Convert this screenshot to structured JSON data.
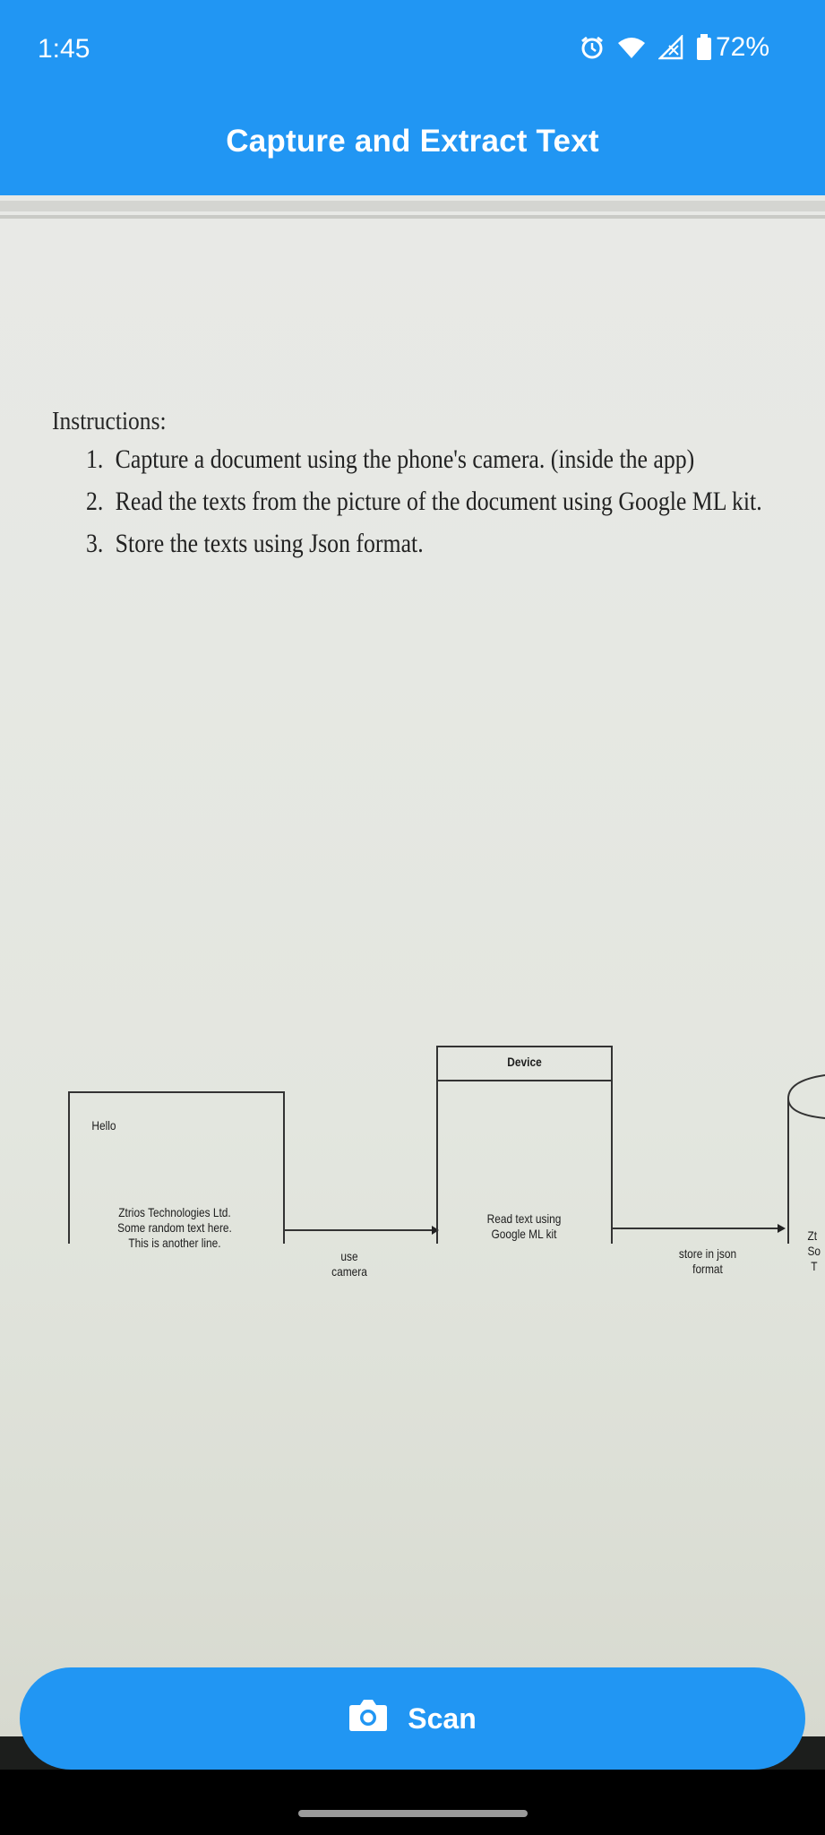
{
  "status": {
    "time": "1:45",
    "battery": "72%"
  },
  "appbar": {
    "title": "Capture and Extract Text"
  },
  "document": {
    "heading": "Instructions:",
    "items": [
      {
        "num": "1.",
        "text": "Capture a document using the phone's camera. (inside the app)"
      },
      {
        "num": "2.",
        "text": "Read the texts from the picture of the document using Google ML kit."
      },
      {
        "num": "3.",
        "text": "Store the texts using Json format."
      }
    ],
    "diagram": {
      "doc_box": {
        "hello": "Hello",
        "line1": "Ztrios Technologies Ltd.",
        "line2": "Some random text here.",
        "line3": "This is another line."
      },
      "arrow1": {
        "line1": "use",
        "line2": "camera"
      },
      "device": {
        "header": "Device",
        "line1": "Read text using",
        "line2": "Google ML kit"
      },
      "arrow2": {
        "line1": "store in json",
        "line2": "format"
      },
      "storage": {
        "line1": "Zt",
        "line2": "So",
        "line3": "T"
      }
    }
  },
  "scan_button": {
    "label": "Scan"
  }
}
